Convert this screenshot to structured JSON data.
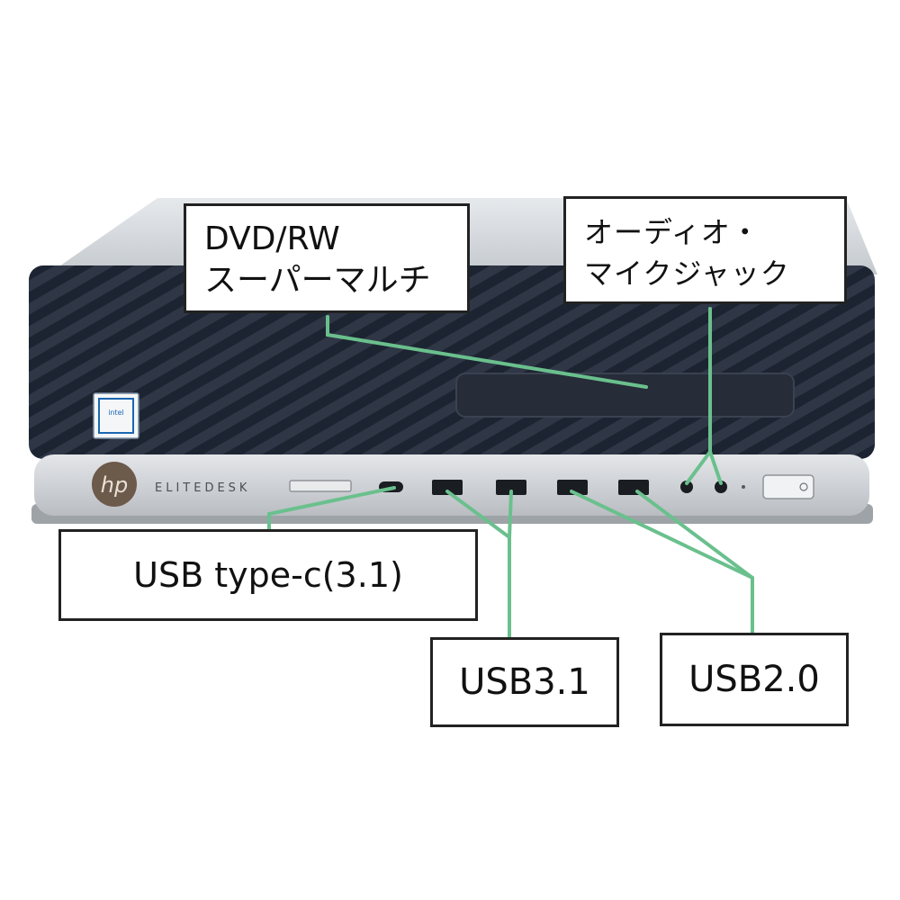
{
  "callouts": {
    "dvd": {
      "line1": "DVD/RW",
      "line2": "スーパーマルチ"
    },
    "audio": {
      "line1": "オーディオ・",
      "line2": "マイクジャック"
    },
    "usb_typec": "USB type-c(3.1)",
    "usb31": "USB3.1",
    "usb20": "USB2.0"
  },
  "device": {
    "brand_text": "ELITEDESK",
    "logo_text": "hp",
    "sticker_text": "intel"
  },
  "colors": {
    "leader_line": "#6ac08d",
    "chassis_top": "#d6dadd",
    "front_panel_dark": "#1c2230",
    "bottom_bezel": "#c9ccd0",
    "border": "#222222"
  }
}
